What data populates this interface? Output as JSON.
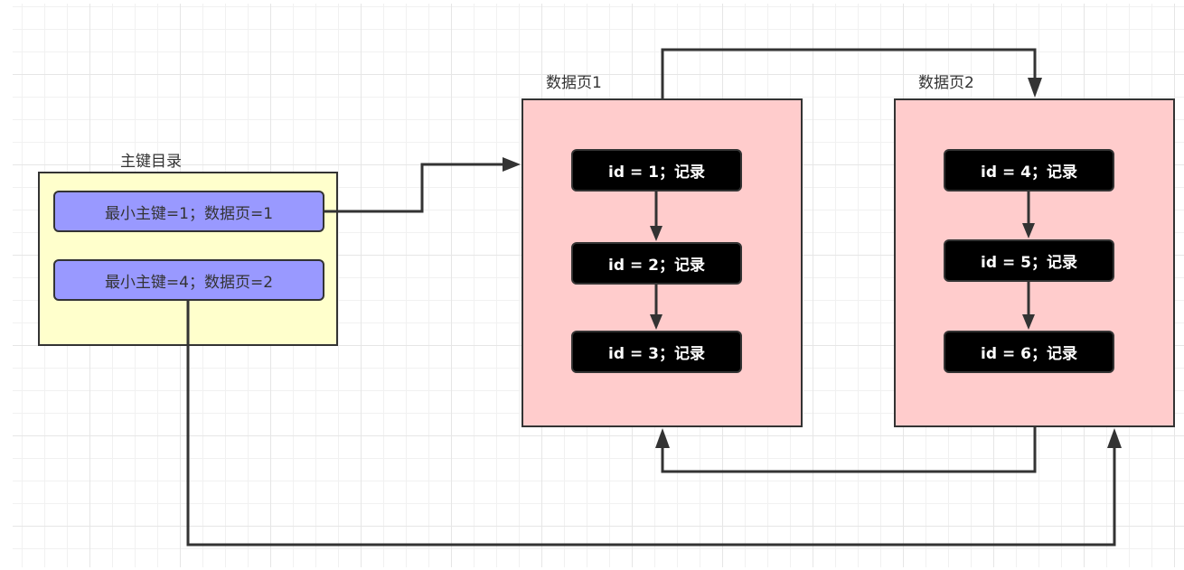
{
  "diagram": {
    "directory": {
      "title": "主键目录",
      "fill": "#FFFFCC",
      "entries": [
        {
          "label": "最小主键=1；数据页=1",
          "min_key": 1,
          "page": 1,
          "fill": "#9999FF"
        },
        {
          "label": "最小主键=4；数据页=2",
          "min_key": 4,
          "page": 2,
          "fill": "#9999FF"
        }
      ]
    },
    "pages": [
      {
        "title": "数据页1",
        "fill": "#FFCCCC",
        "records": [
          {
            "label": "id = 1；记录",
            "id": 1
          },
          {
            "label": "id = 2；记录",
            "id": 2
          },
          {
            "label": "id = 3；记录",
            "id": 3
          }
        ]
      },
      {
        "title": "数据页2",
        "fill": "#FFCCCC",
        "records": [
          {
            "label": "id = 4；记录",
            "id": 4
          },
          {
            "label": "id = 5；记录",
            "id": 5
          },
          {
            "label": "id = 6；记录",
            "id": 6
          }
        ]
      }
    ],
    "edges": [
      {
        "from": "directory-entry-1",
        "to": "data-page-1"
      },
      {
        "from": "data-page-1",
        "to": "data-page-2"
      },
      {
        "from": "data-page-2",
        "to": "data-page-1"
      },
      {
        "from": "directory-entry-2",
        "to": "data-page-2"
      },
      {
        "from": "record-1",
        "to": "record-2"
      },
      {
        "from": "record-2",
        "to": "record-3"
      },
      {
        "from": "record-4",
        "to": "record-5"
      },
      {
        "from": "record-5",
        "to": "record-6"
      }
    ],
    "colors": {
      "stroke": "#333333",
      "record_fill": "#000000",
      "record_text": "#FFFFFF"
    }
  }
}
